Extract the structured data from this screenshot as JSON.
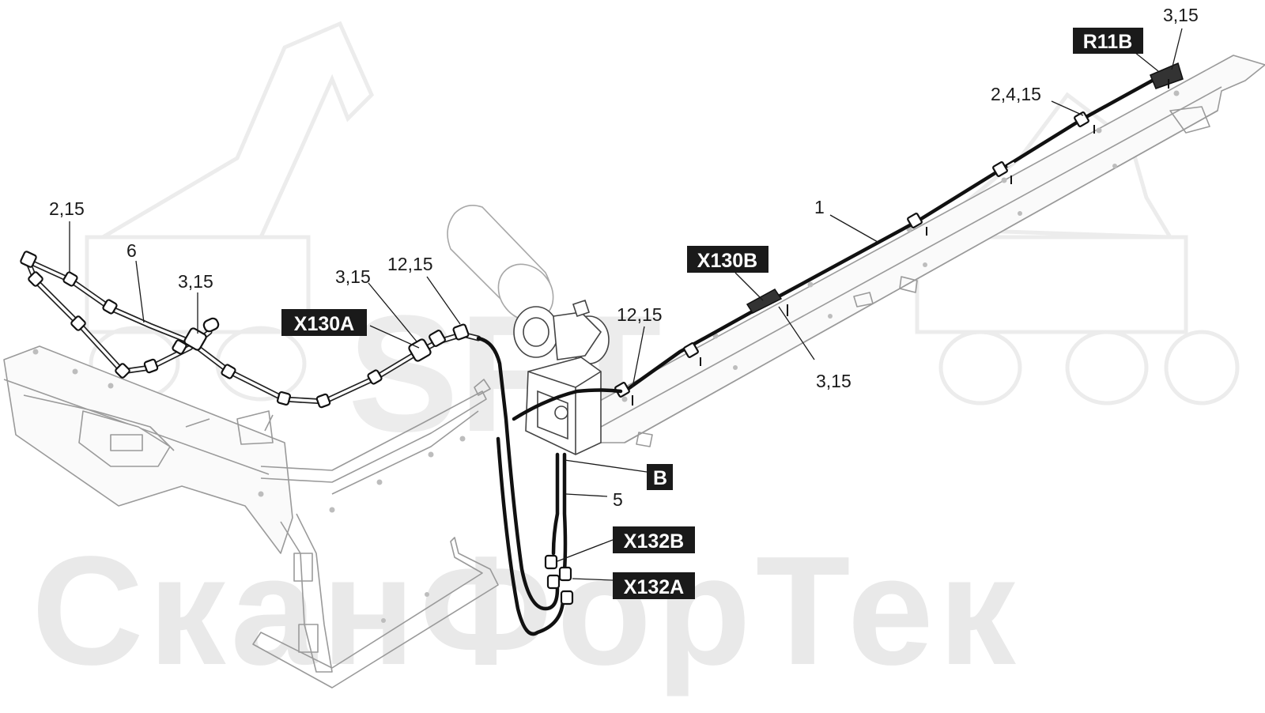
{
  "watermark": {
    "logo": "SFT",
    "brand": "СканФорТек"
  },
  "callouts": {
    "c_315_top_right": "3,15",
    "c_2415": "2,4,15",
    "c_1": "1",
    "c_215": "2,15",
    "c_6": "6",
    "c_315_left": "3,15",
    "c_315_mid": "3,15",
    "c_1215_left": "12,15",
    "c_1215_right": "12,15",
    "c_315_right": "3,15",
    "c_5": "5"
  },
  "tags": {
    "r11b": "R11B",
    "x130b": "X130B",
    "x130a": "X130A",
    "b": "B",
    "x132b": "X132B",
    "x132a": "X132A"
  }
}
